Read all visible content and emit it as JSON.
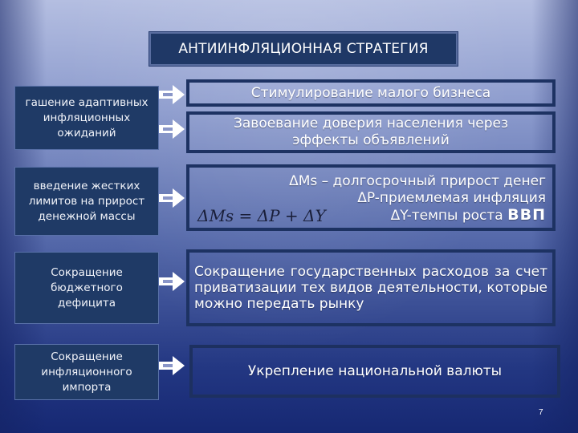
{
  "slide": {
    "title": "АНТИИНФЛЯЦИОННАЯ СТРАТЕГИЯ",
    "page_number": "7",
    "colors": {
      "box_fill": "#1f3a66",
      "box_border": "#1d3262",
      "text": "#ffffff",
      "background_top": "#b4bee1",
      "background_bottom": "#162873"
    }
  },
  "measures": [
    {
      "label": "гашение адаптивных инфляционных ожиданий",
      "outcomes": [
        "Стимулирование малого бизнеса",
        "Завоевание доверия населения через эффекты объявлений"
      ]
    },
    {
      "label": "введение жестких лимитов на прирост денежной массы",
      "outcome_lines": [
        "ΔMs – долгосрочный прирост денег",
        "ΔP-приемлемая инфляция",
        "ΔY-темпы роста"
      ],
      "outcome_emphasis": "ВВП",
      "formula": "ΔMs = ΔP + ΔY"
    },
    {
      "label": "Сокращение бюджетного дефицита",
      "outcome": "Сокращение государственных расходов за счет приватизации тех видов деятельности, которые можно передать рынку"
    },
    {
      "label": "Сокращение инфляционного импорта",
      "outcome": "Укрепление национальной валюты"
    }
  ],
  "icons": {
    "arrow": "right-arrow-icon"
  }
}
